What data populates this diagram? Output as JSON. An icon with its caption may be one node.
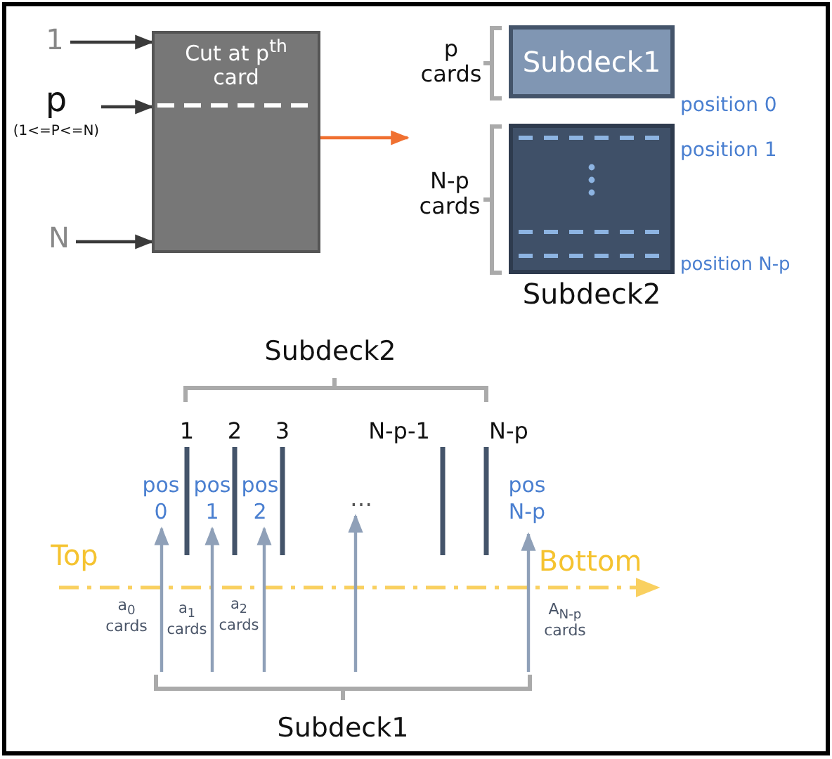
{
  "diagram": {
    "nodes": [
      {
        "text": [
          "Cut at p$^{th}$ card"
        ]
      },
      {
        "text": [
          "1"
        ]
      },
      {
        "text": [
          "p",
          "(1<=P<=N)"
        ]
      },
      {
        "text": [
          "N"
        ]
      },
      {
        "text": [
          "Subdeck1"
        ]
      },
      {
        "text": [
          "Subdeck2"
        ]
      },
      {
        "text": [
          "pos 0"
        ]
      },
      {
        "text": [
          "pos 1"
        ]
      },
      {
        "text": [
          "pos 2"
        ]
      },
      {
        "text": [
          "…"
        ]
      },
      {
        "text": [
          "pos N-p"
        ]
      },
      {
        "text": [
          "Subdeck1"
        ]
      }
    ],
    "edges": [
      {
        "from": 1,
        "to": 0,
        "arrow": "to",
        "color": "#3a3a3a"
      },
      {
        "from": 2,
        "to": 0,
        "arrow": "to",
        "color": "#3a3a3a"
      },
      {
        "from": 3,
        "to": 0,
        "arrow": "to",
        "color": "#3a3a3a"
      },
      {
        "from": 0,
        "to": null,
        "arrow": "to",
        "color": "#f07030"
      },
      {
        "from": 11,
        "to": 6,
        "arrow": "to"
      },
      {
        "from": 11,
        "to": 7,
        "arrow": "to"
      },
      {
        "from": 11,
        "to": 8,
        "arrow": "to"
      },
      {
        "from": 11,
        "to": 9,
        "arrow": "to"
      },
      {
        "from": 11,
        "to": 10,
        "arrow": "to"
      }
    ],
    "labels": [
      "p cards",
      "position 0",
      "N-p cards",
      "position 1",
      "position N-p",
      "Subdeck2",
      "1",
      "2",
      "3",
      "N-p-1",
      "N-p",
      "Top",
      "Bottom",
      "a$_{0}$ cards",
      "a$_{1}$ cards",
      "a$_{2}$ cards",
      "A$_{N-p}$ cards"
    ]
  }
}
